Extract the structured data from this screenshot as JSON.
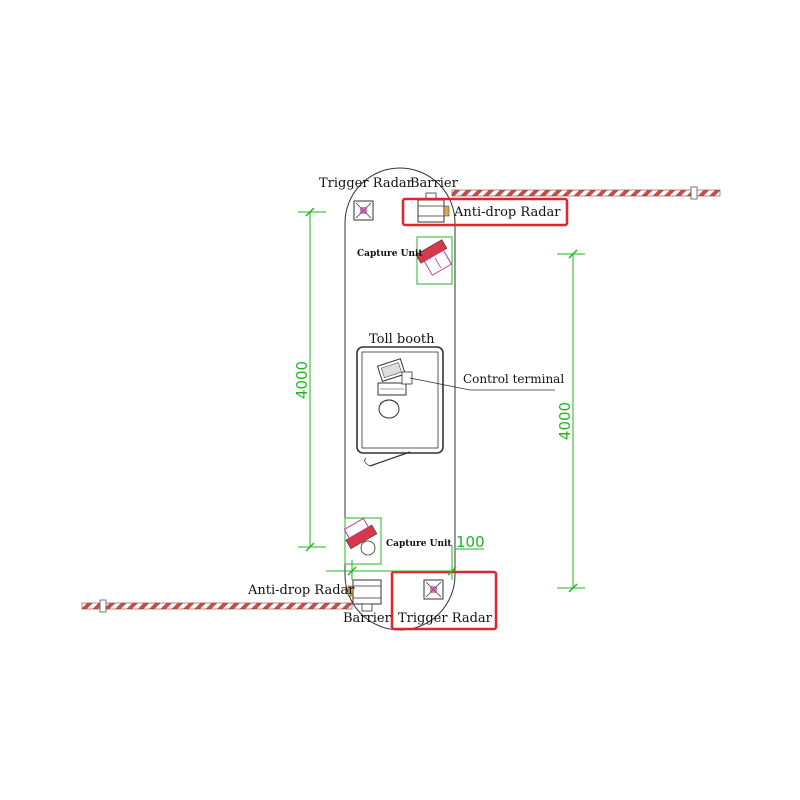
{
  "labels": {
    "trigger_radar_top": "Trigger Radar",
    "barrier_top": "Barrier",
    "anti_drop_radar_top": "Anti-drop Radar",
    "capture_unit_top": "Capture Unit",
    "toll_booth": "Toll booth",
    "control_terminal": "Control terminal",
    "capture_unit_bottom": "Capture Unit",
    "anti_drop_radar_bottom": "Anti-drop Radar",
    "barrier_bottom": "Barrier",
    "trigger_radar_bottom": "Trigger Radar"
  },
  "dimensions": {
    "left_span": "4000",
    "right_span": "4000",
    "offset": "100"
  },
  "colors": {
    "highlight": "#e0262a",
    "dimension": "#1fb51f",
    "barrier_stripe": "#c0504d",
    "capture_unit": "#d63a4a",
    "device_outline": "#28b428"
  }
}
